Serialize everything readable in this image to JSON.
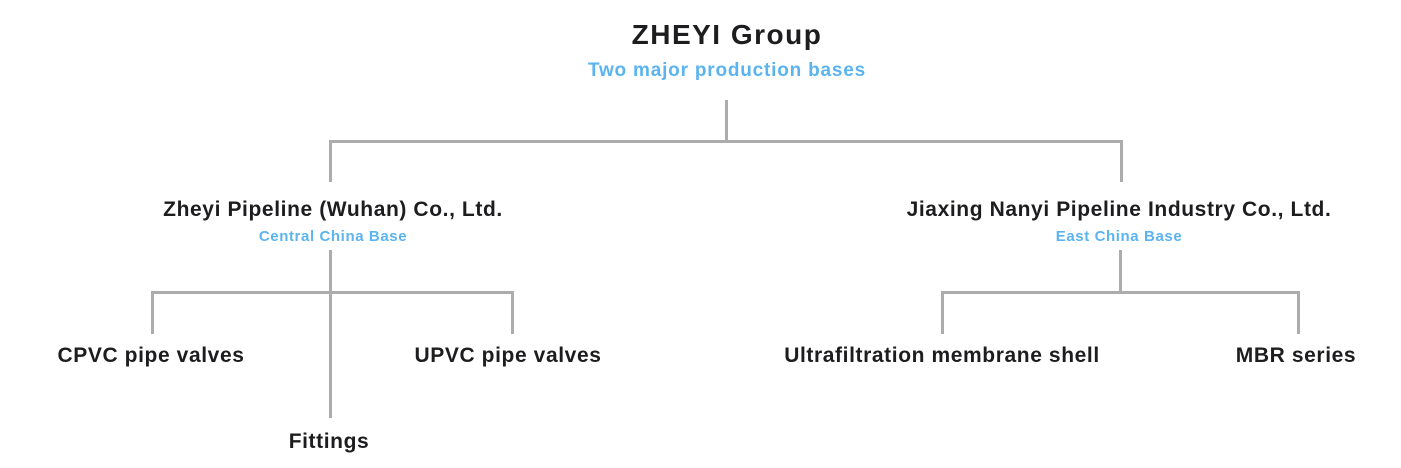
{
  "colors": {
    "accent_blue": "#5bb4f0",
    "line_gray": "#acacac",
    "text_black": "#1d1d1f"
  },
  "tree": {
    "root": {
      "title": "ZHEYI Group",
      "subtitle": "Two major production bases"
    },
    "branches": [
      {
        "name": "Zheyi Pipeline (Wuhan) Co., Ltd.",
        "base": "Central China Base",
        "children": [
          "CPVC pipe valves",
          "UPVC pipe valves",
          "Fittings"
        ]
      },
      {
        "name": "Jiaxing Nanyi Pipeline Industry Co., Ltd.",
        "base": "East China Base",
        "children": [
          "Ultrafiltration membrane shell",
          "MBR series"
        ]
      }
    ]
  }
}
